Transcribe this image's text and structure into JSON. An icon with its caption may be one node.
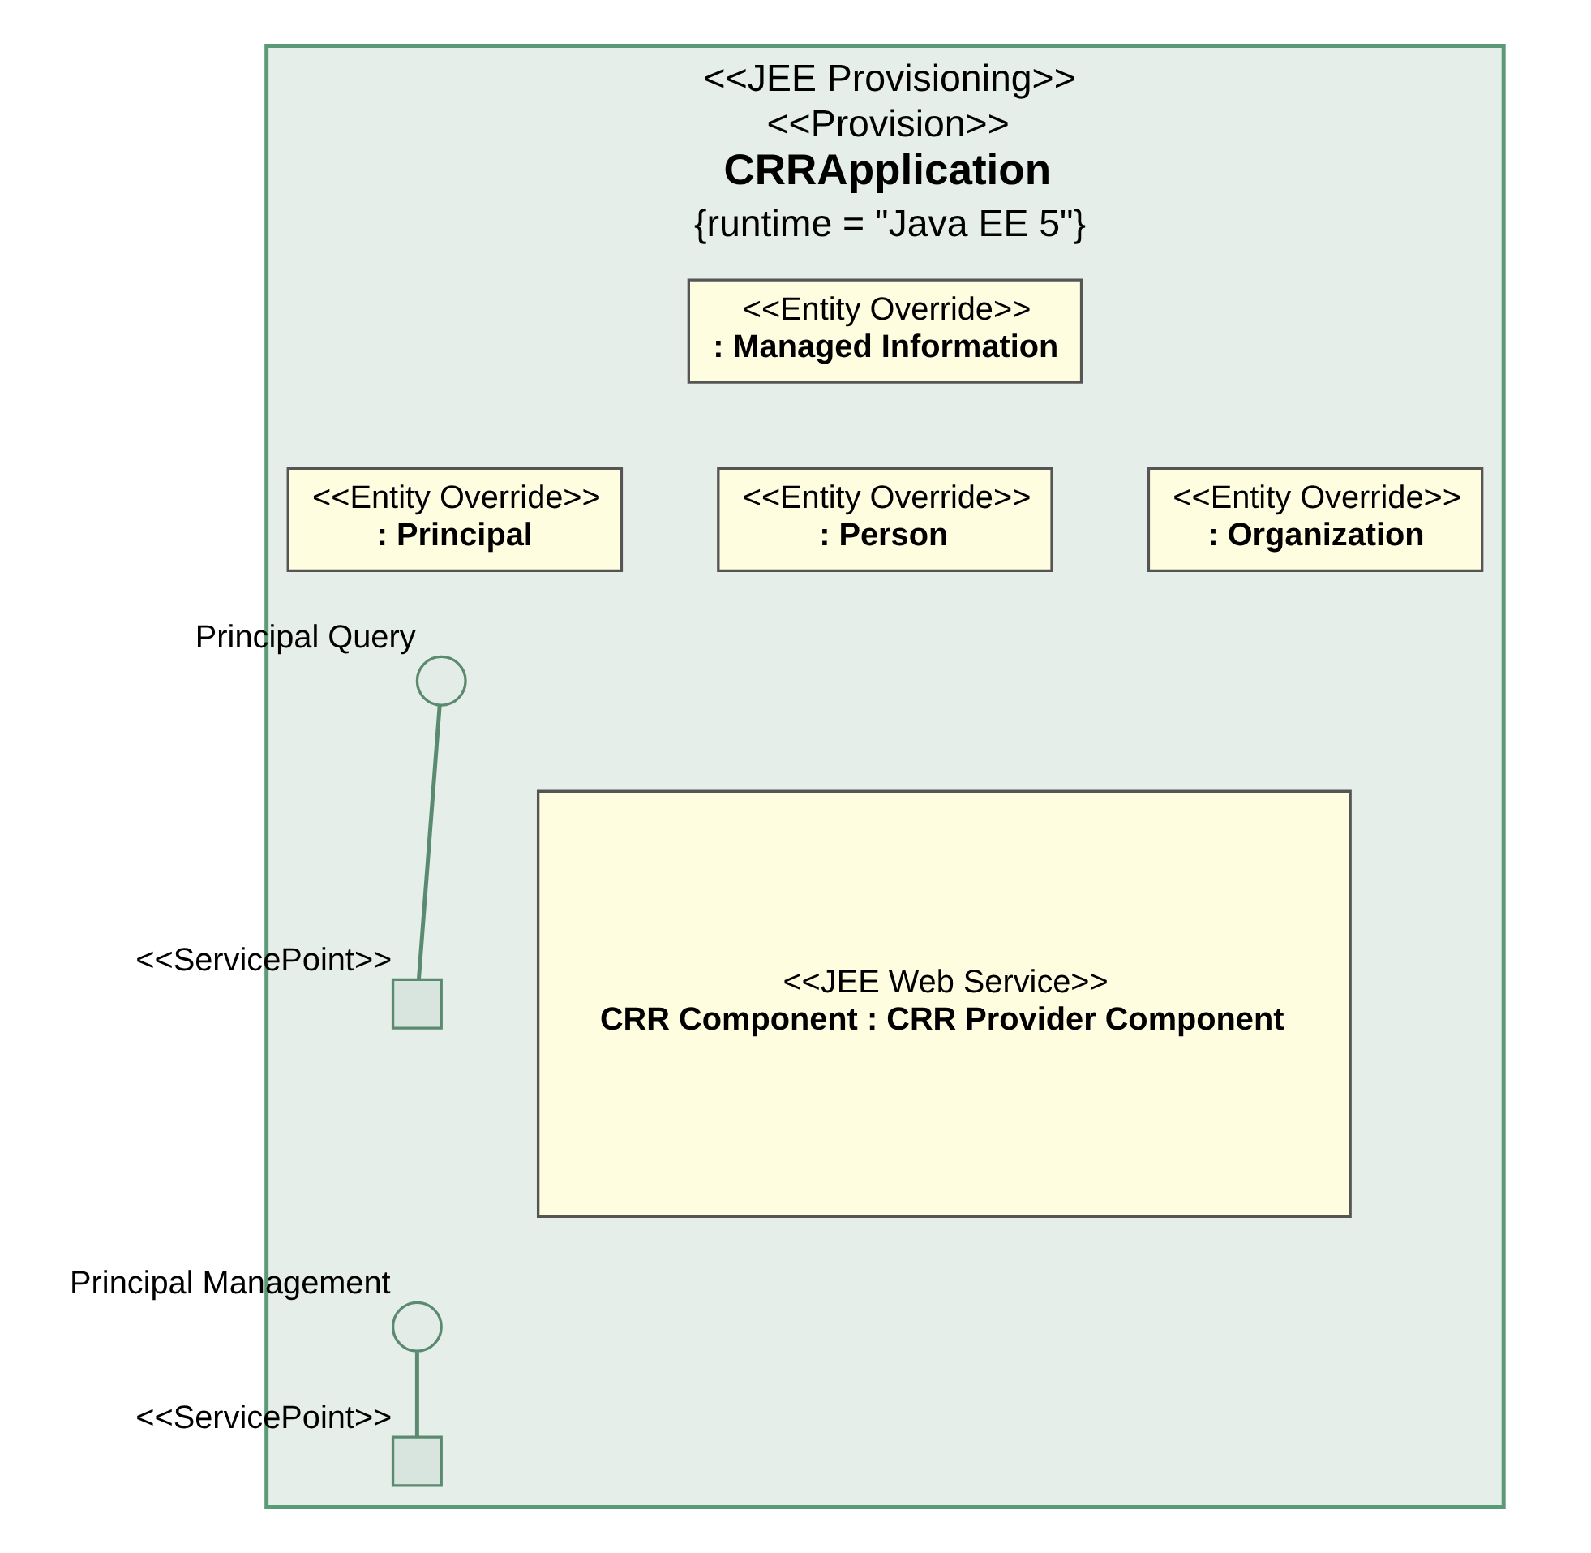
{
  "diagram": {
    "nodes": [
      {
        "text": [
          "<<JEE Provisioning>>",
          "<<Provision>>",
          "CRRApplication",
          "{runtime = \"Java EE 5\"}"
        ]
      },
      {
        "text": [
          "<<Entity Override>>",
          ": Managed Information"
        ],
        "in": 0
      },
      {
        "text": [
          "<<Entity Override>>",
          ": Principal"
        ],
        "in": 0
      },
      {
        "text": [
          "<<Entity Override>>",
          ": Person"
        ],
        "in": 0
      },
      {
        "text": [
          "<<Entity Override>>",
          ": Organization"
        ],
        "in": 0
      },
      {
        "text": [
          "<<JEE Web Service>>",
          "CRR Component : CRR Provider Component"
        ],
        "in": 0
      },
      {
        "text": [],
        "shape": "circle",
        "beside": [
          "Principal Query"
        ],
        "in": 0
      },
      {
        "text": [],
        "shape": "box",
        "beside": [
          "<<ServicePoint>>"
        ],
        "in": 0
      },
      {
        "text": [],
        "shape": "circle",
        "beside": [
          "Principal Management"
        ],
        "in": 0
      },
      {
        "text": [],
        "shape": "box",
        "beside": [
          "<<ServicePoint>>"
        ],
        "in": 0
      }
    ],
    "edges": [
      {
        "from": 6,
        "to": 7,
        "arrow": "none"
      },
      {
        "from": 8,
        "to": 9,
        "arrow": "none"
      }
    ]
  }
}
